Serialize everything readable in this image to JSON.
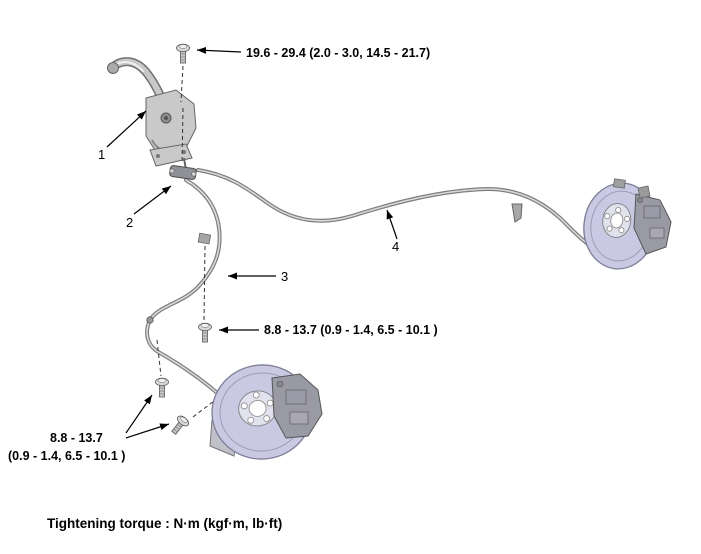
{
  "figure": {
    "footer_note": "Tightening torque : N·m (kgf·m, lb·ft)",
    "callouts": {
      "lever_bolt_torque": "19.6 - 29.4 (2.0 - 3.0, 14.5 - 21.7)",
      "mid_bolt_torque": "8.8 - 13.7 (0.9 - 1.4, 6.5 - 10.1 )",
      "lower_bolts_torque_line1": "8.8 - 13.7",
      "lower_bolts_torque_line2": "(0.9 - 1.4, 6.5 - 10.1 )"
    },
    "part_labels": {
      "lever": "1",
      "equalizer": "2",
      "front_cable": "3",
      "rear_cable": "4"
    },
    "colors": {
      "disc_fill": "#c9c9e4",
      "disc_rim": "#7d7d99",
      "hub_fill": "#e2e2ee"
    }
  }
}
